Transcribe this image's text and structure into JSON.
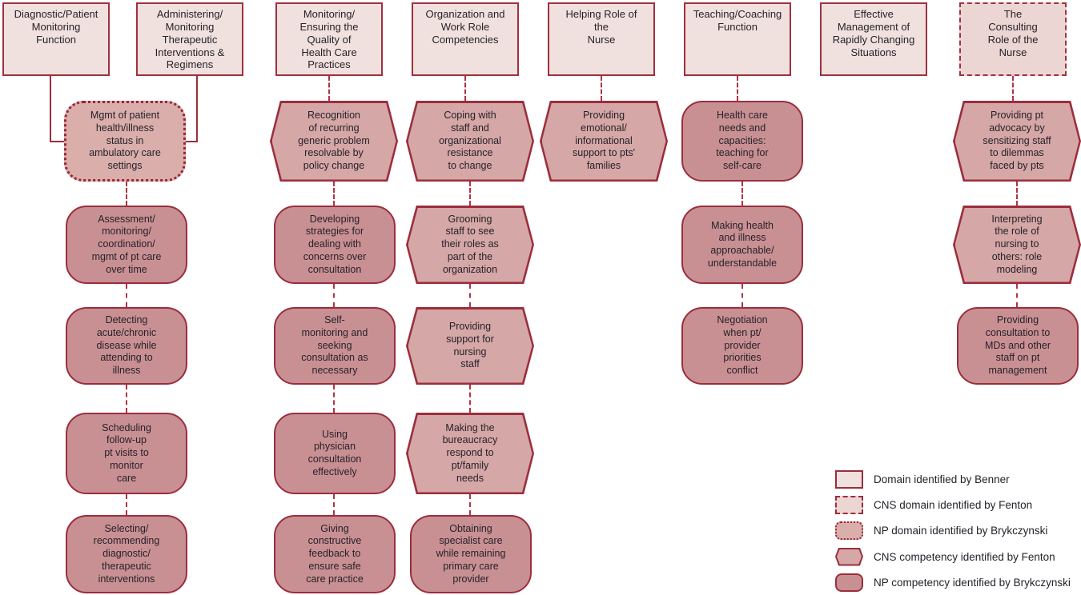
{
  "palette": {
    "border_red": "#9c2d3c",
    "connector_red": "#b13345",
    "benner_domain_fill": "#f0e1de",
    "cns_domain_fill": "#ecd6d3",
    "np_domain_fill": "#d9aeab",
    "cns_competency_fill": "#d5a7a6",
    "np_competency_fill": "#c99093",
    "text": "#26222a"
  },
  "columns": [
    {
      "header": "Diagnostic/Patient\nMonitoring\nFunction",
      "items": [
        {
          "type": "np-competency",
          "text": "Assessment/\nmonitoring/\ncoordination/\nmgmt of pt care\nover time"
        },
        {
          "type": "np-competency",
          "text": "Detecting\nacute/chronic\ndisease while\nattending to\nillness"
        },
        {
          "type": "np-competency",
          "text": "Scheduling\nfollow-up\npt visits to\nmonitor\ncare"
        },
        {
          "type": "np-competency",
          "text": "Selecting/\nrecommending\ndiagnostic/\ntherapeutic\ninterventions"
        }
      ]
    },
    {
      "header": "Administering/\nMonitoring\nTherapeutic\nInterventions &\nRegimens",
      "items": []
    },
    {
      "header": "Monitoring/\nEnsuring the\nQuality of\nHealth Care\nPractices",
      "items": [
        {
          "type": "cns-competency",
          "text": "Recognition\nof recurring\ngeneric problem\nresolvable by\npolicy change"
        },
        {
          "type": "np-competency",
          "text": "Developing\nstrategies for\ndealing with\nconcerns over\nconsultation"
        },
        {
          "type": "np-competency",
          "text": "Self-\nmonitoring and\nseeking\nconsultation as\nnecessary"
        },
        {
          "type": "np-competency",
          "text": "Using\nphysician\nconsultation\neffectively"
        },
        {
          "type": "np-competency",
          "text": "Giving\nconstructive\nfeedback to\nensure safe\ncare practice"
        }
      ]
    },
    {
      "header": "Organization and\nWork Role\nCompetencies",
      "items": [
        {
          "type": "cns-competency",
          "text": "Coping with\nstaff and\norganizational\nresistance\nto change"
        },
        {
          "type": "cns-competency",
          "text": "Grooming\nstaff to see\ntheir roles as\npart of the\norganization"
        },
        {
          "type": "cns-competency",
          "text": "Providing\nsupport for\nnursing\nstaff"
        },
        {
          "type": "cns-competency",
          "text": "Making the\nbureaucracy\nrespond to\npt/family\nneeds"
        },
        {
          "type": "np-competency",
          "text": "Obtaining\nspecialist care\nwhile remaining\nprimary care\nprovider"
        }
      ]
    },
    {
      "header": "Helping Role of\nthe\nNurse",
      "items": [
        {
          "type": "cns-competency",
          "text": "Providing\nemotional/\ninformational\nsupport to pts'\nfamilies"
        }
      ]
    },
    {
      "header": "Teaching/Coaching\nFunction",
      "items": [
        {
          "type": "np-competency",
          "text": "Health care\nneeds and\ncapacities:\nteaching for\nself-care"
        },
        {
          "type": "np-competency",
          "text": "Making health\nand illness\napproachable/\nunderstandable"
        },
        {
          "type": "np-competency",
          "text": "Negotiation\nwhen pt/\nprovider\npriorities\nconflict"
        }
      ]
    },
    {
      "header": "Effective\nManagement of\nRapidly Changing\nSituations",
      "items": []
    },
    {
      "header": "The\nConsulting\nRole of the\nNurse",
      "items": [
        {
          "type": "cns-competency",
          "text": "Providing pt\nadvocacy by\nsensitizing staff\nto dilemmas\nfaced by pts"
        },
        {
          "type": "cns-competency",
          "text": "Interpreting\nthe role of\nnursing to\nothers: role\nmodeling"
        },
        {
          "type": "np-competency",
          "text": "Providing\nconsultation to\nMDs and other\nstaff on pt\nmanagement"
        }
      ]
    }
  ],
  "shared_np_domain": {
    "type": "np-domain",
    "text": "Mgmt of patient\nhealth/illness\nstatus in\nambulatory care\nsettings"
  },
  "legend": {
    "items": [
      {
        "shape": "benner-domain",
        "label": "Domain identified by Benner"
      },
      {
        "shape": "cns-domain",
        "label": "CNS domain identified by Fenton"
      },
      {
        "shape": "np-domain",
        "label": "NP domain identified by Brykczynski"
      },
      {
        "shape": "cns-competency",
        "label": "CNS competency identified by Fenton"
      },
      {
        "shape": "np-competency",
        "label": "NP competency identified by Brykczynski"
      }
    ]
  }
}
